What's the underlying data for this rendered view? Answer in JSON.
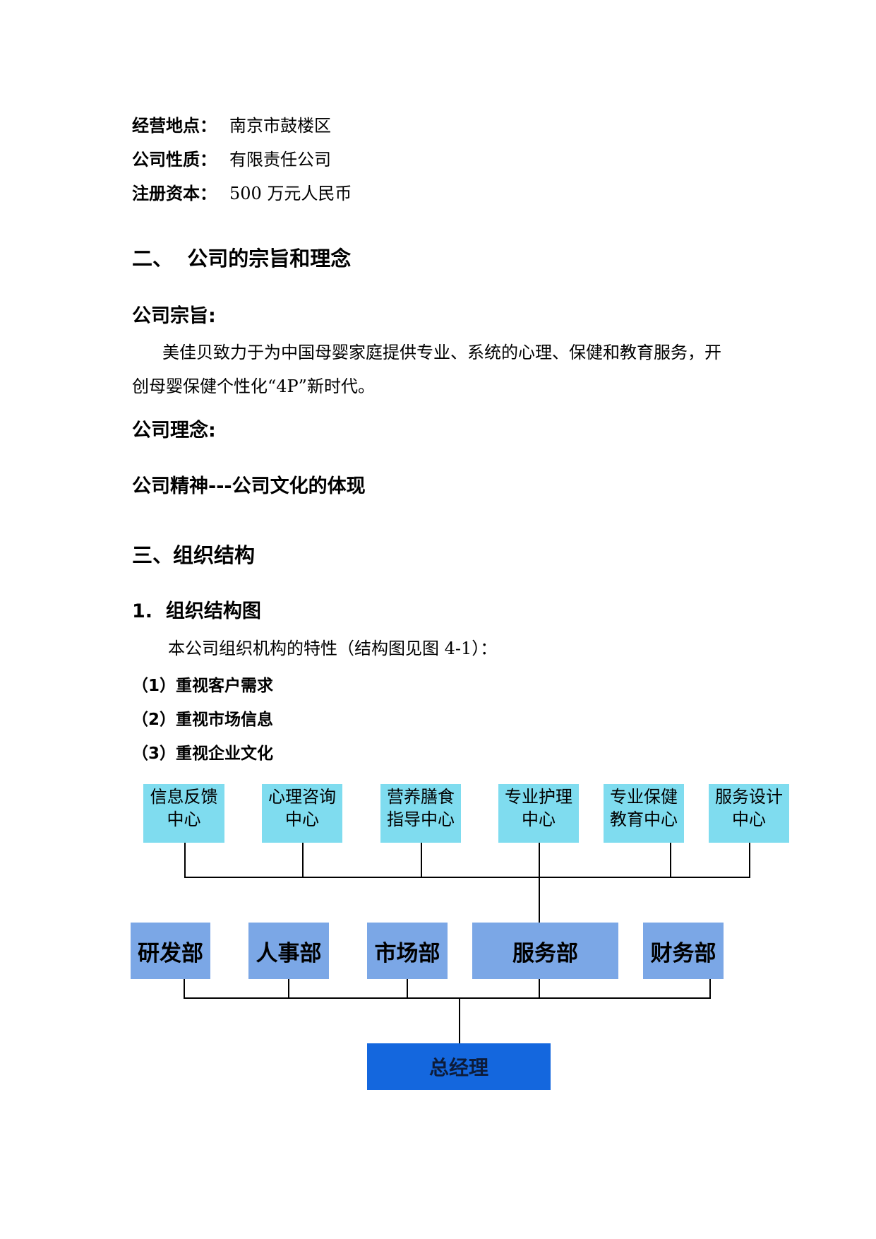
{
  "info": [
    {
      "label": "经营地点：",
      "value": "南京市鼓楼区"
    },
    {
      "label": "公司性质：",
      "value": "有限责任公司"
    },
    {
      "label": "注册资本：",
      "value": "500 万元人民币"
    }
  ],
  "section2": {
    "heading": "二、  公司的宗旨和理念",
    "purpose_heading": "公司宗旨:",
    "purpose_line1": "美佳贝致力于为中国母婴家庭提供专业、系统的心理、保健和教育服务，开",
    "purpose_line2": "创母婴保健个性化“4P”新时代。",
    "philosophy_heading": "公司理念:",
    "spirit_heading": "公司精神---公司文化的体现"
  },
  "section3": {
    "heading": "三、组织结构",
    "sub_heading": "1.  组织结构图",
    "intro": "本公司组织机构的特性（结构图见图 4-1）：",
    "points": [
      "（1）重视客户需求",
      "（2）重视市场信息",
      "（3）重视企业文化"
    ]
  },
  "org_chart": {
    "centers": [
      "信息反馈\n中心",
      "心理咨询\n中心",
      "营养膳食\n指导中心",
      "专业护理\n中心",
      "专业保健\n教育中心",
      "服务设计\n中心"
    ],
    "departments": [
      "研发部",
      "人事部",
      "市场部",
      "服务部",
      "财务部"
    ],
    "general_manager": "总经理",
    "colors": {
      "center_box": "#7fdcef",
      "department_box": "#7ba7e6",
      "manager_box": "#1467de"
    }
  }
}
